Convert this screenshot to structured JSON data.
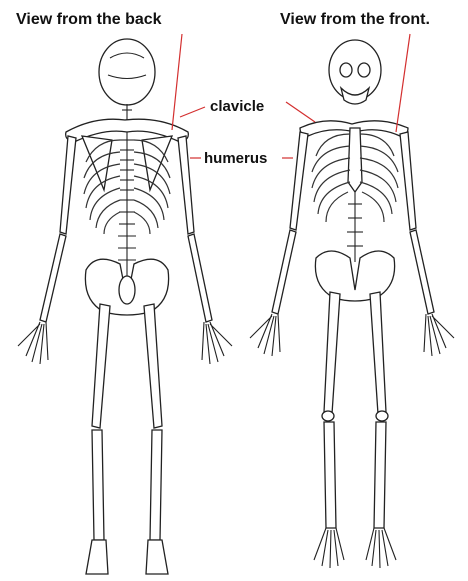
{
  "labels": {
    "back_view": "View from the back",
    "front_view": "View from the front.",
    "clavicle": "clavicle",
    "humerus": "humerus"
  },
  "colors": {
    "leader_line": "#d32f2f",
    "outline": "#222222",
    "background": "#ffffff"
  }
}
